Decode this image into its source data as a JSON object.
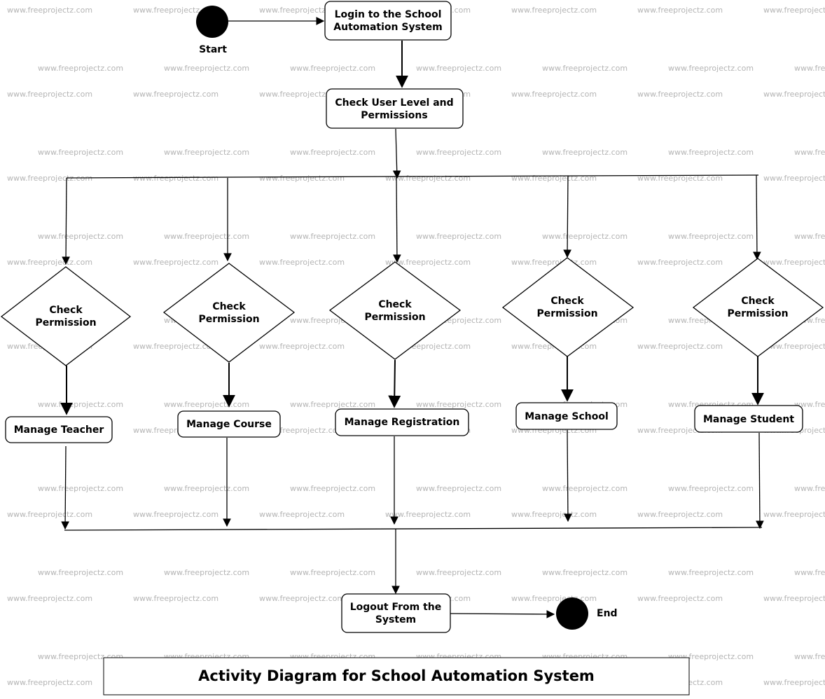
{
  "title": "Activity Diagram for School Automation System",
  "watermark": "www.freeprojectz.com",
  "start": {
    "label": "Start"
  },
  "end": {
    "label": "End"
  },
  "login": {
    "lines": [
      "Login to the School",
      "Automation System"
    ]
  },
  "check_level": {
    "lines": [
      "Check User Level and",
      "Permissions"
    ]
  },
  "branches": [
    {
      "decision": [
        "Check",
        "Permission"
      ],
      "action": "Manage Teacher"
    },
    {
      "decision": [
        "Check",
        "Permission"
      ],
      "action": "Manage Course"
    },
    {
      "decision": [
        "Check",
        "Permission"
      ],
      "action": "Manage Registration"
    },
    {
      "decision": [
        "Check",
        "Permission"
      ],
      "action": "Manage School"
    },
    {
      "decision": [
        "Check",
        "Permission"
      ],
      "action": "Manage Student"
    }
  ],
  "logout": {
    "lines": [
      "Logout From the",
      "System"
    ]
  },
  "colors": {
    "line": "#000000",
    "node": "#000000",
    "watermark": "#b4b4b4",
    "box_fill": "#ffffff"
  }
}
